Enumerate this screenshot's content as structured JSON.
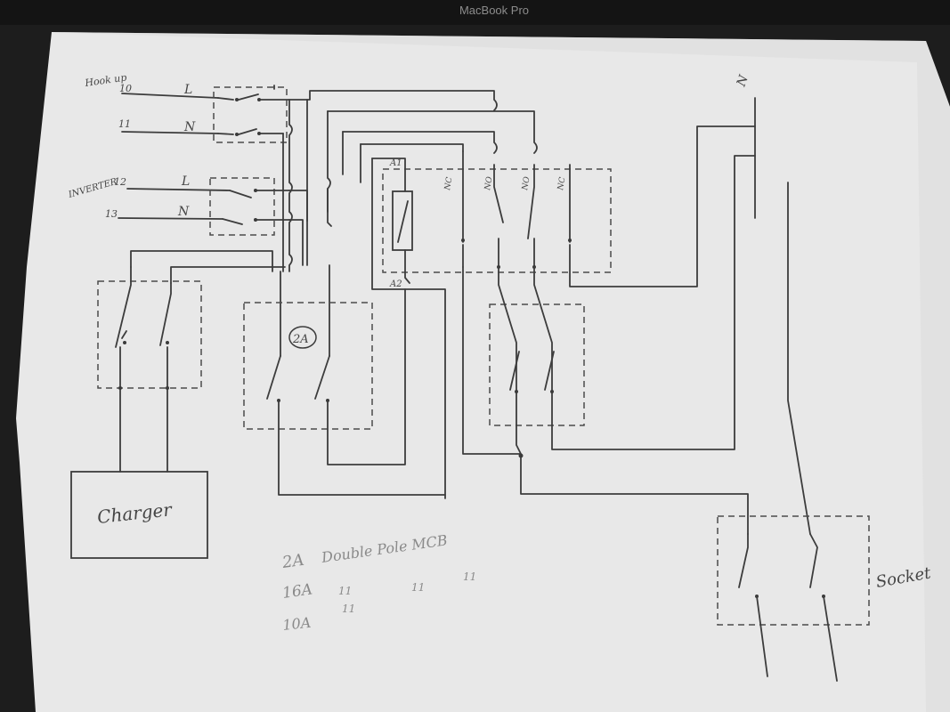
{
  "laptop": {
    "bezel_label": "MacBook Pro"
  },
  "diagram": {
    "mains_label": "Hook up",
    "mains_terminals": [
      "10",
      "11"
    ],
    "inverter_label": "INVERTER",
    "inverter_terminals": [
      "12",
      "13"
    ],
    "line_label": "L",
    "neutral_label": "N",
    "earth_bar_label": "N",
    "contactor_coil_a1": "A1",
    "contactor_coil_a2": "A2",
    "contacts": [
      "NC",
      "NO",
      "NO",
      "NC"
    ],
    "mcb_rating_circle": "2A",
    "charger_label": "Charger",
    "socket_label": "Socket",
    "notes": [
      {
        "rating": "2A",
        "text": "Double Pole MCB",
        "ditto": []
      },
      {
        "rating": "16A",
        "text": "",
        "ditto": [
          "11",
          "11",
          "11"
        ]
      },
      {
        "rating": "10A",
        "text": "",
        "ditto": [
          "11"
        ]
      }
    ]
  },
  "colors": {
    "paper": "#e9e9e9",
    "ink": "#3c3c3c",
    "pencil": "#8a8a8a",
    "background": "#1c1c1c"
  }
}
